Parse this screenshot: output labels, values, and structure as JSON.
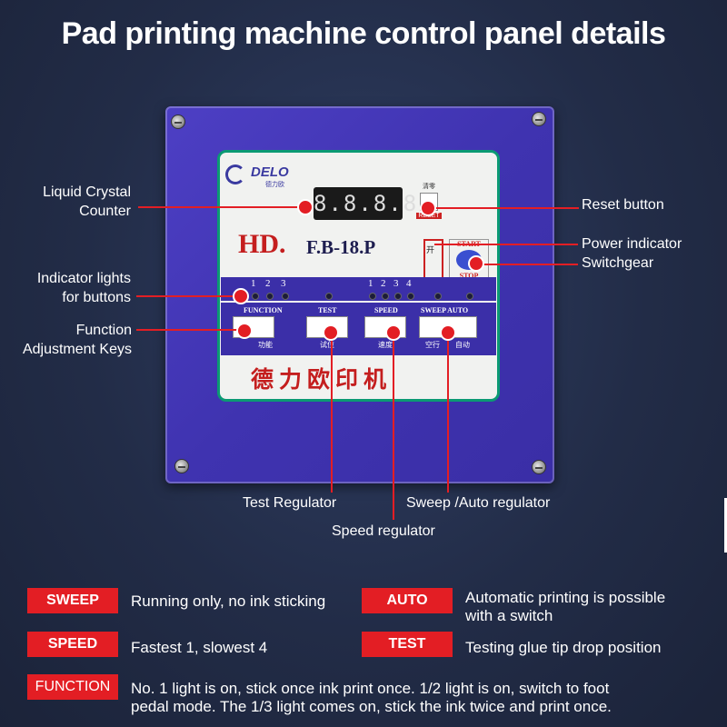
{
  "title": "Pad printing machine control panel details",
  "panel": {
    "logo_text": "DELO",
    "logo_cn": "德力欧",
    "counter": "8.8.8.8",
    "reset_cn": "清零",
    "reset_label": "RESET",
    "model_hd": "HD.",
    "model_fb": "F.B-18.P",
    "switch_cn": "开",
    "start_label": "START",
    "stop_label": "STOP",
    "indicator_numbers_left": [
      "1",
      "2",
      "3"
    ],
    "indicator_numbers_right": [
      "1",
      "2",
      "3",
      "4"
    ],
    "keys": [
      {
        "label": "FUNCTION",
        "cn": "功能"
      },
      {
        "label": "TEST",
        "cn": "试位"
      },
      {
        "label": "SPEED",
        "cn": "速度"
      },
      {
        "label": "SWEEP AUTO",
        "cn_a": "空行",
        "cn_b": "自动"
      }
    ],
    "brand_cn": "德力欧印机"
  },
  "callouts": {
    "lcd_line1": "Liquid Crystal",
    "lcd_line2": "Counter",
    "reset": "Reset button",
    "power": "Power indicator",
    "switchgear": "Switchgear",
    "indicator_line1": "Indicator lights",
    "indicator_line2": "for buttons",
    "function_line1": "Function",
    "function_line2": "Adjustment Keys",
    "test": "Test Regulator",
    "sweep": "Sweep /Auto regulator",
    "speed": "Speed regulator"
  },
  "legend": [
    {
      "tag": "SWEEP",
      "desc": "Running only, no ink sticking"
    },
    {
      "tag": "AUTO",
      "desc_line1": "Automatic printing is possible",
      "desc_line2": "with a switch"
    },
    {
      "tag": "SPEED",
      "desc": "Fastest  1, slowest 4"
    },
    {
      "tag": "TEST",
      "desc": "Testing glue tip drop position"
    },
    {
      "tag": "FUNCTION",
      "desc_line1": "No. 1 light is on, stick once ink print once. 1/2 light is on, switch to foot",
      "desc_line2": "pedal mode. The 1/3 light comes on, stick the ink twice and print once."
    }
  ],
  "colors": {
    "accent_red": "#e31e24",
    "panel_purple": "#4d3fc4",
    "frame_green": "#0b9a73"
  }
}
